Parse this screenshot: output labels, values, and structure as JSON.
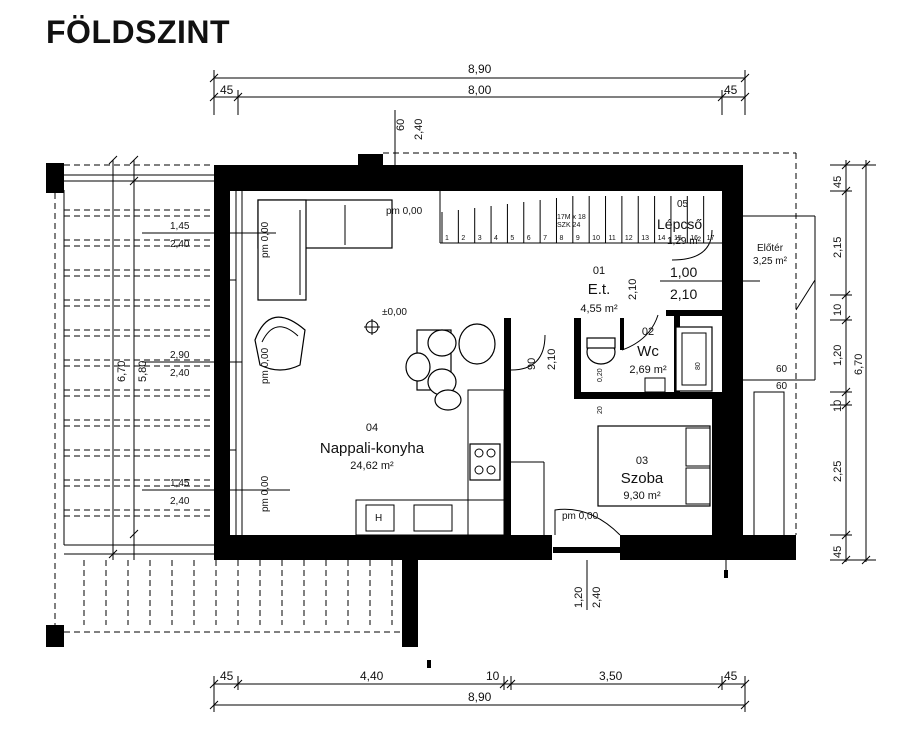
{
  "title": "FÖLDSZINT",
  "dimensions": {
    "top_total": "8,90",
    "top_left": "45",
    "top_mid": "8,00",
    "top_right": "45",
    "bottom_s1": "45",
    "bottom_s2": "4,40",
    "bottom_s3": "10",
    "bottom_s4": "3,50",
    "bottom_s5": "45",
    "bottom_total": "8,90",
    "right_1": "45",
    "right_2": "2,15",
    "right_3": "10",
    "right_4": "1,20",
    "right_5": "10",
    "right_6": "2,25",
    "right_7": "45",
    "right_total": "6,70",
    "terrace_a": "6,70",
    "terrace_b": "5,80",
    "top_opening_a": "60",
    "top_opening_b": "2,40",
    "bottom_opening_a": "1,20",
    "bottom_opening_b": "2,40"
  },
  "window_labels": {
    "w1_a": "1,45",
    "w1_b": "2,40",
    "w2_a": "2,90",
    "w2_b": "2,40",
    "w3_a": "1,45",
    "w3_b": "2,40",
    "d_a": "1,00",
    "d_b": "2,10",
    "d2_a": "90",
    "d2_b": "2,10",
    "wc_a": "60",
    "wc_b": "60",
    "wc_door": "0,20",
    "wc_d2": "20",
    "et_door_a": "2,10",
    "shower": "80"
  },
  "levels": {
    "pm_top": "pm 0,00",
    "pm_left1": "pm 0,00",
    "pm_left2": "pm 0,00",
    "pm_left3": "pm 0,00",
    "pm_bottom": "pm 0,00",
    "zero": "±0,00"
  },
  "stairs": {
    "label": "Lépcső",
    "note1": "17M x 18",
    "note2": "SZK 24",
    "number": "05",
    "area": "1,29 m²",
    "steps": [
      "1",
      "2",
      "3",
      "4",
      "5",
      "6",
      "7",
      "8",
      "9",
      "10",
      "11",
      "12",
      "13",
      "14",
      "15",
      "16",
      "17"
    ]
  },
  "rooms": {
    "nappali": {
      "no": "04",
      "name": "Nappali-konyha",
      "area": "24,62 m²"
    },
    "et": {
      "no": "01",
      "name": "E.t.",
      "area": "4,55 m²"
    },
    "wc": {
      "no": "02",
      "name": "Wc",
      "area": "2,69 m²"
    },
    "szoba": {
      "no": "03",
      "name": "Szoba",
      "area": "9,30 m²"
    },
    "eloter": {
      "name": "Előtér",
      "area": "3,25 m²"
    }
  },
  "fixtures": {
    "hob_label": "H"
  }
}
